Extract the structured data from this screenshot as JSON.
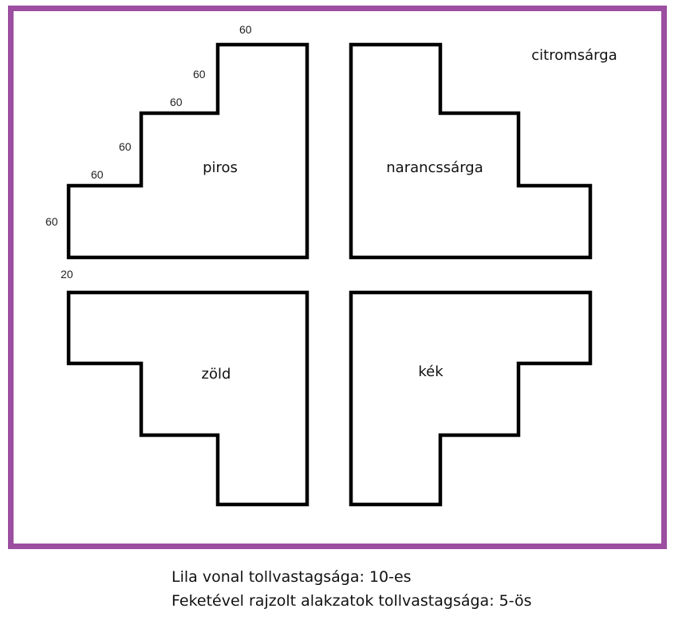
{
  "colors": {
    "frame": "#9c4ea0",
    "shapes": "#000000"
  },
  "shapes": {
    "top_left": "piros",
    "top_right": "narancssárga",
    "bottom_left": "zöld",
    "bottom_right": "kék",
    "background": "citromsárga"
  },
  "dimensions": [
    "60",
    "60",
    "60",
    "60",
    "60",
    "60",
    "20"
  ],
  "caption": {
    "line1": "Lila vonal tollvastagsága: 10-es",
    "line2": "Feketével rajzolt alakzatok tollvastagsága: 5-ös"
  }
}
